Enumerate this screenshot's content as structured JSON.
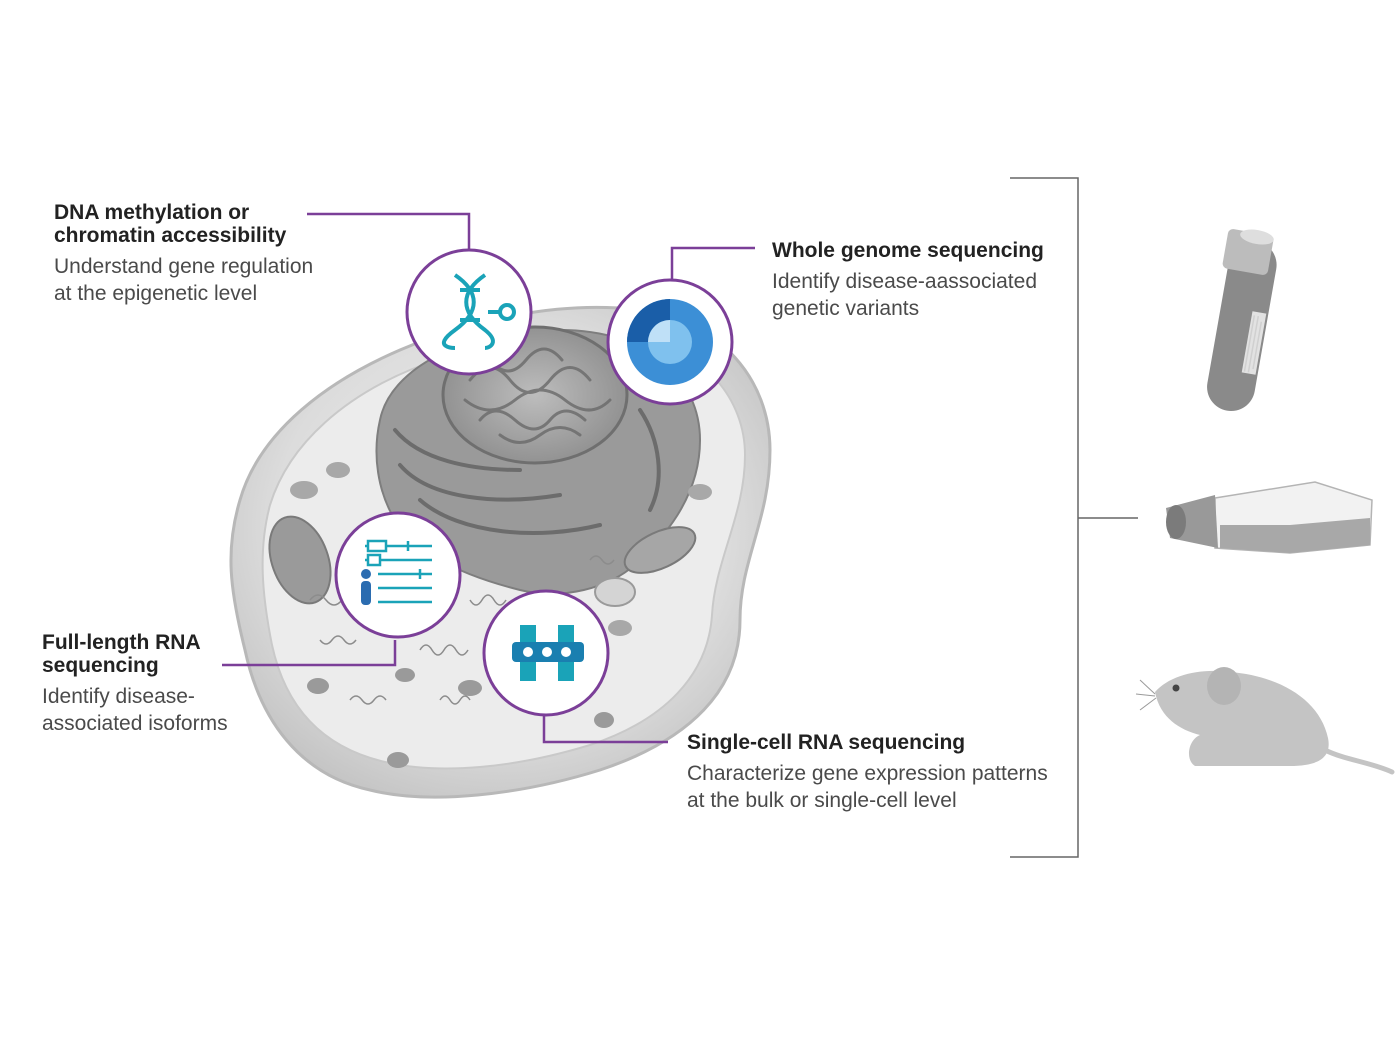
{
  "callouts": [
    {
      "title": "DNA methylation or chromatin accessibility",
      "desc": "Understand gene regulation at the epigenetic level",
      "icon": "dna-icon"
    },
    {
      "title": "Whole genome sequencing",
      "desc": "Identify disease-aassociated genetic variants",
      "icon": "genome-sphere-icon"
    },
    {
      "title": "Full-length RNA sequencing",
      "desc": "Identify disease-associated isoforms",
      "icon": "isoforms-icon"
    },
    {
      "title": "Single-cell RNA sequencing",
      "desc": "Characterize gene expression patterns at the bulk or single-cell level",
      "icon": "single-cell-icon"
    }
  ],
  "sample_sources": [
    "blood-tube-icon",
    "cell-culture-flask-icon",
    "mouse-icon"
  ],
  "colors": {
    "accent": "#7b3f98",
    "teal": "#1aa3b8",
    "blue": "#3c8fd6",
    "cell": "#d6d6d6"
  }
}
